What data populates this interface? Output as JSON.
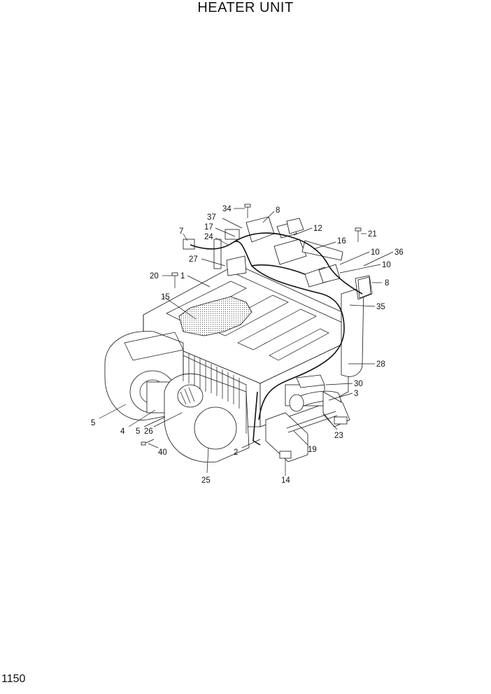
{
  "title": "HEATER UNIT",
  "page_number": "1150",
  "callouts": {
    "c34": "34",
    "c8a": "8",
    "c37": "37",
    "c17": "17",
    "c24": "24",
    "c12": "12",
    "c7": "7",
    "c21": "21",
    "c16": "16",
    "c10a": "10",
    "c36": "36",
    "c10b": "10",
    "c27": "27",
    "c20": "20",
    "c1": "1",
    "c8b": "8",
    "c15": "15",
    "c35": "35",
    "c28": "28",
    "c30": "30",
    "c3": "3",
    "c5a": "5",
    "c4": "4",
    "c5b": "5",
    "c26": "26",
    "c23": "23",
    "c40": "40",
    "c2": "2",
    "c19": "19",
    "c25": "25",
    "c14": "14"
  }
}
